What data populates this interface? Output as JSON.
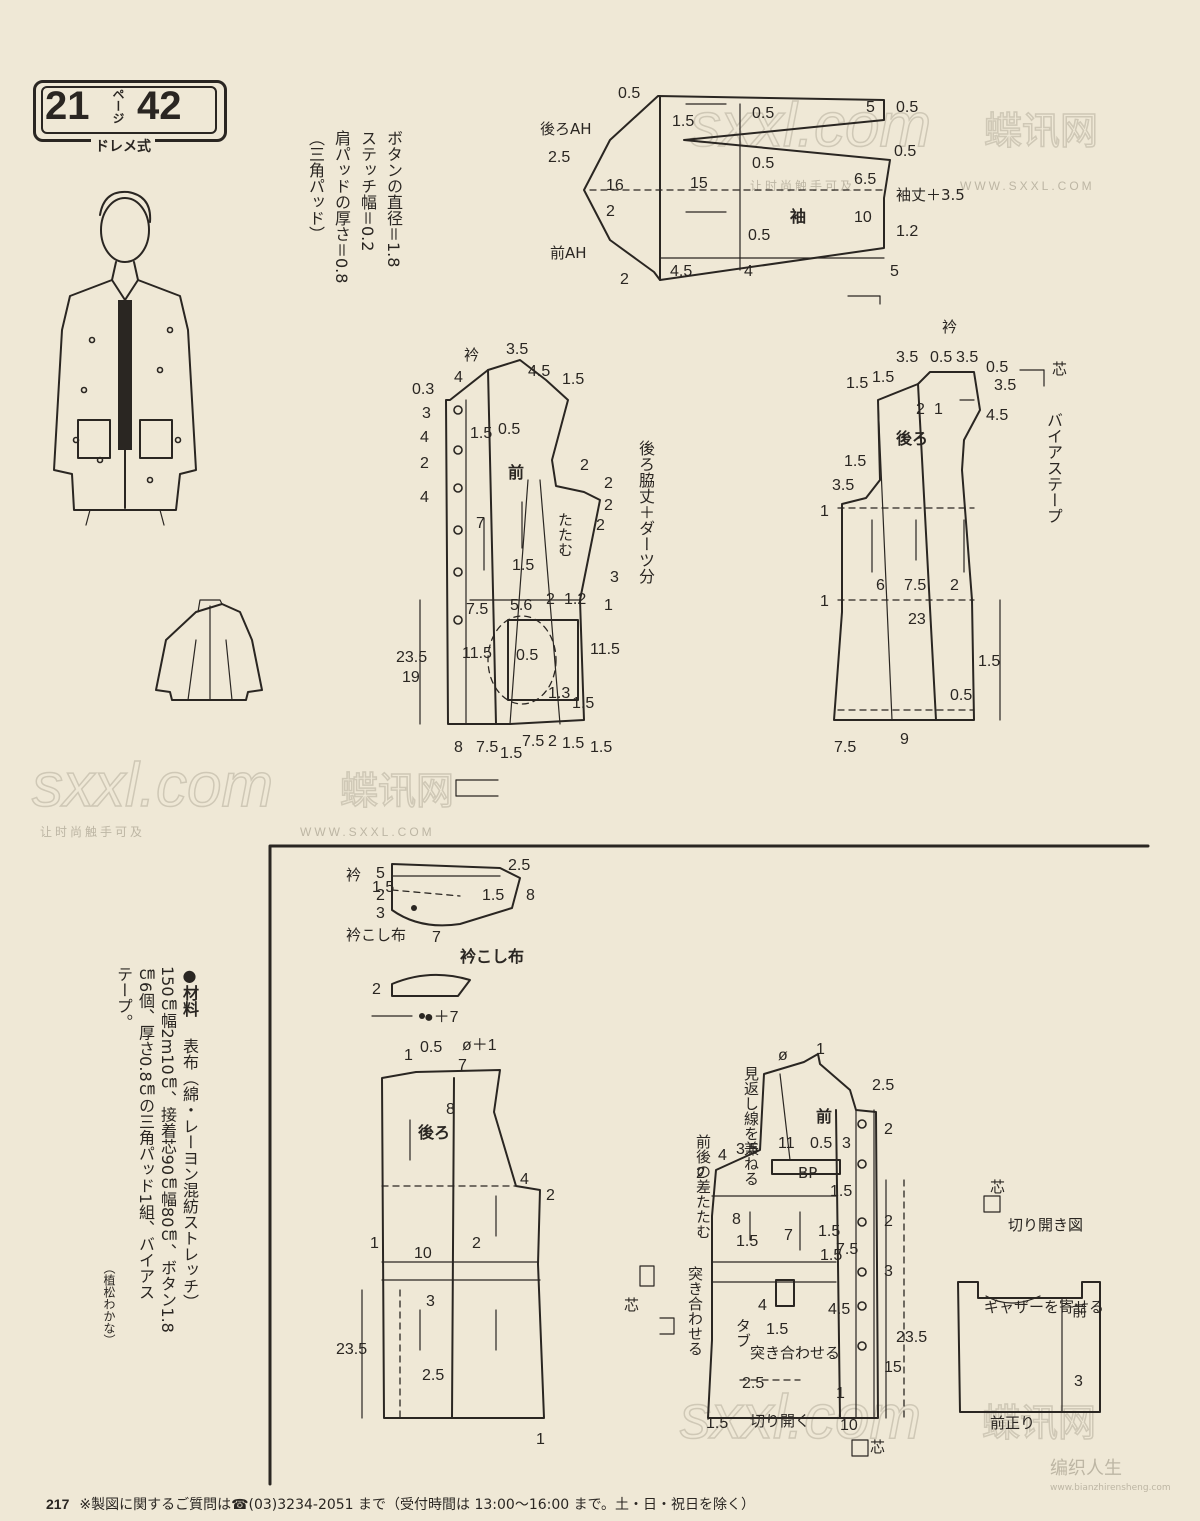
{
  "badge": {
    "page_num": "21",
    "page_kana": "ページ",
    "model_num": "42",
    "system": "ドレメ式"
  },
  "specs": {
    "button_diameter": "ボタンの直径＝1.8",
    "stitch_width": "ステッチ幅＝0.2",
    "shoulder_pad": "肩パッドの厚さ＝0.8",
    "pad_type": "（三角パッド）"
  },
  "sleeve": {
    "back_ah": "後ろAH",
    "front_ah": "前AH",
    "label": "袖",
    "length": "袖丈＋3.5",
    "nums": [
      "0.5",
      "1.5",
      "0.5",
      "5",
      "0.5",
      "2.5",
      "0.5",
      "0.5",
      "16",
      "15",
      "6.5",
      "2",
      "10",
      "1.2",
      "0.5",
      "2",
      "4.5",
      "4",
      "5"
    ]
  },
  "front_bodice": {
    "collar": "衿",
    "label": "前",
    "fold": "たたむ",
    "side": "後ろ脇丈＋ダーツ分",
    "nums": [
      "3.5",
      "4.5",
      "1.5",
      "0.3",
      "4",
      "3",
      "4",
      "1.5",
      "0.5",
      "2",
      "4",
      "2",
      "2",
      "2",
      "2",
      "7",
      "1.5",
      "3",
      "7.5",
      "5.6",
      "2",
      "1.2",
      "1",
      "23.5",
      "19",
      "11.5",
      "0.5",
      "11.5",
      "1.3",
      "1.5",
      "8",
      "7.5",
      "1.5",
      "7.5",
      "2",
      "1.5",
      "1.5"
    ]
  },
  "back_bodice": {
    "collar": "衿",
    "label": "後ろ",
    "interfacing": "芯",
    "bias": "バイアステープ",
    "nums": [
      "3.5",
      "0.5",
      "3.5",
      "0.5",
      "1.5",
      "1.5",
      "3.5",
      "2",
      "1",
      "4.5",
      "1.5",
      "3.5",
      "1",
      "1",
      "6",
      "7.5",
      "2",
      "23",
      "1.5",
      "0.5",
      "7.5",
      "9"
    ]
  },
  "lower_collar": {
    "collar": "衿",
    "collar_cloth": "衿こし布",
    "collar_cloth2": "衿こし布",
    "nums": [
      "2.5",
      "5",
      "2",
      "1.5",
      "3",
      "8",
      "1.5",
      "7",
      "2"
    ],
    "formula": "●＋7"
  },
  "lower_back": {
    "label": "後ろ",
    "nums": [
      "1",
      "0.5",
      "ø＋1",
      "7",
      "8",
      "4",
      "2",
      "1",
      "10",
      "2",
      "3",
      "23.5",
      "2.5",
      "1"
    ]
  },
  "lower_front": {
    "label": "前",
    "facing_note": "見返し線を兼ねる",
    "fold_note": "前後の差たたむ",
    "abut": "突き合わせる",
    "abut2": "突き合わせる",
    "tab": "タブ",
    "cut_open": "切り開く",
    "interfacing": "芯",
    "interfacing2": "芯",
    "bp": "BP",
    "nums": [
      "ø",
      "1",
      "2.5",
      "3.5",
      "11",
      "0.5",
      "3",
      "2",
      "4",
      "2",
      "1.5",
      "8",
      "7",
      "1.5",
      "7.5",
      "2",
      "1.5",
      "1.5",
      "3",
      "4",
      "4.5",
      "1.5",
      "23.5",
      "15",
      "2.5",
      "1",
      "1.5",
      "10"
    ]
  },
  "cut_diagram": {
    "interfacing": "芯",
    "title": "切り開き図",
    "gather": "ギャザーを寄せる",
    "front": "前",
    "cut": "前正り",
    "num": "3"
  },
  "materials": {
    "heading": "●材料",
    "line1": "表布（綿・レーヨン混紡ストレッチ）",
    "line2": "150㎝幅2m10㎝、接着芯90㎝幅80㎝、ボタン1.8",
    "line3": "㎝6個、厚さ0.8㎝の三角パッド1組、バイアス",
    "line4": "テープ。",
    "credit": "（植松わかな）"
  },
  "watermark": {
    "site": "sxxl.com",
    "cn": "蝶讯网",
    "url": "WWW.SXXL.COM",
    "slogan": "让时尚触手可及",
    "site2": "sxxl.com",
    "cn2": "蝶讯网",
    "url2": "WWW.SXXL.COM",
    "slogan2": "让时尚触手可及",
    "site3": "sxxl.com",
    "cn3": "蝶讯网",
    "corner": "编织人生",
    "corner_url": "www.bianzhirensheng.com"
  },
  "footer": {
    "page": "217",
    "text": "※製図に関するご質問は☎(03)3234-2051 まで（受付時間は 13:00〜16:00 まで。土・日・祝日を除く）"
  }
}
